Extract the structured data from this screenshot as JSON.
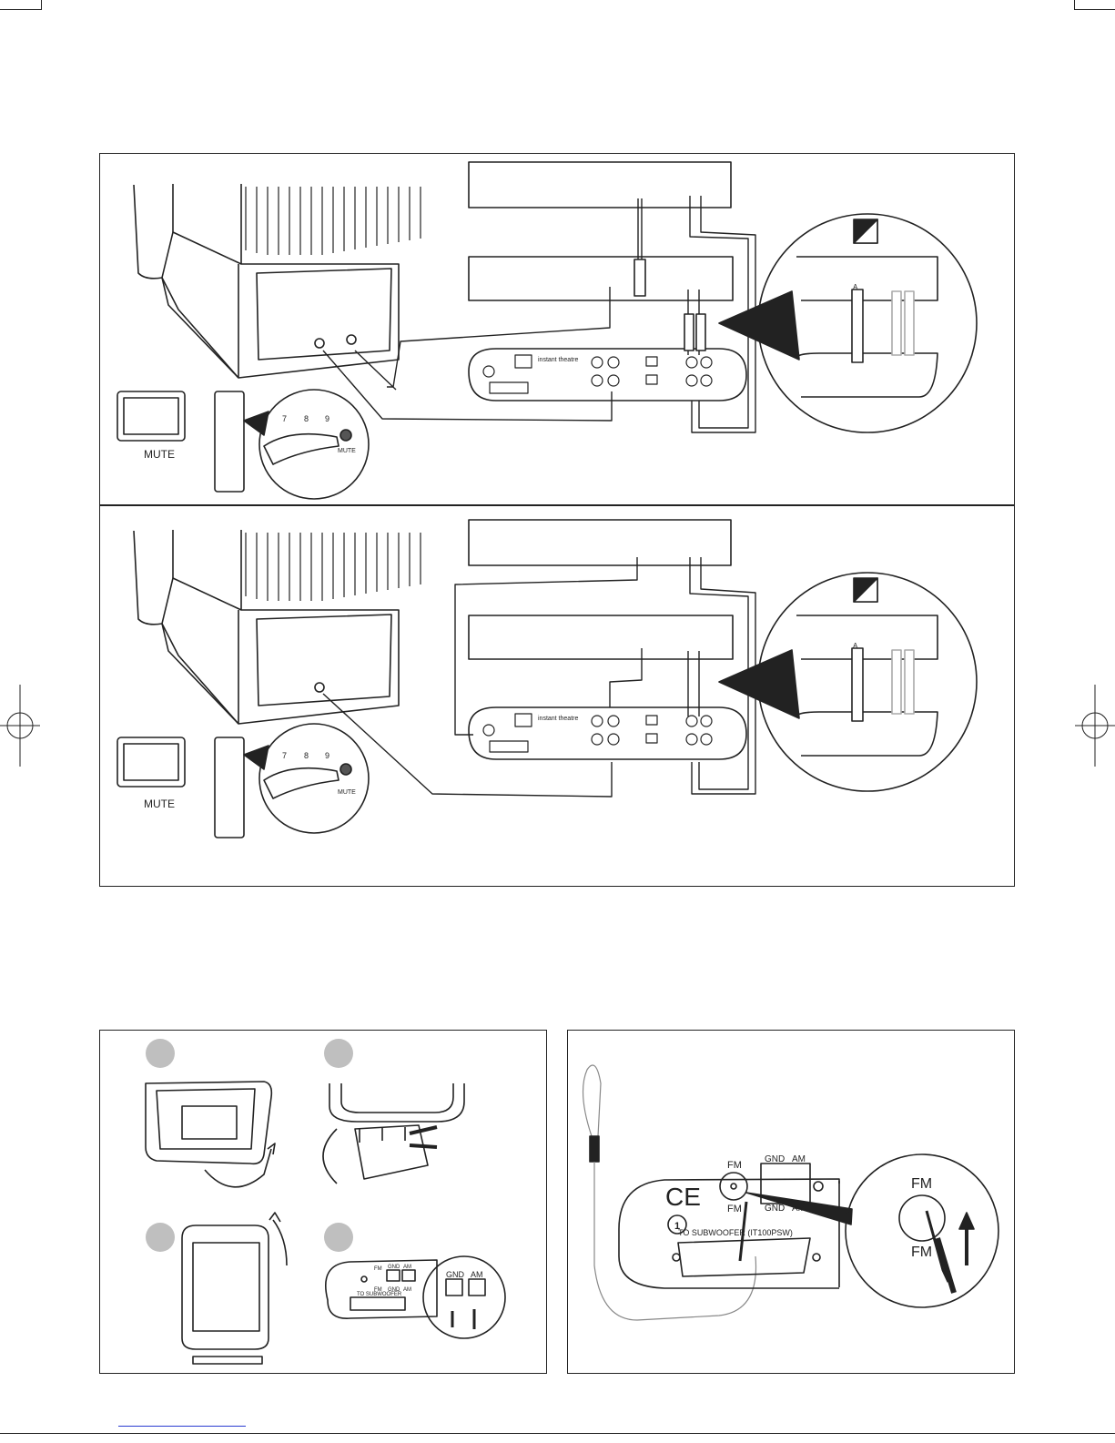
{
  "section_a": {
    "tv_mute_label": "MUTE",
    "remote_keys": [
      "7",
      "8",
      "9"
    ],
    "remote_mute_key": "MUTE",
    "inset_marker": "A",
    "brand": "instant theatre"
  },
  "section_b": {
    "tv_mute_label": "MUTE",
    "remote_keys": [
      "7",
      "8",
      "9"
    ],
    "remote_mute_key": "MUTE",
    "inset_marker": "A",
    "brand": "instant theatre"
  },
  "am_antenna": {
    "panel_labels": {
      "fm": "FM",
      "gnd": "GND",
      "am": "AM",
      "fm2": "FM",
      "gnd2": "GND",
      "am2": "AM",
      "subwoofer": "TO SUBWOOFER"
    },
    "zoom_labels": {
      "gnd": "GND",
      "am": "AM"
    }
  },
  "fm_antenna": {
    "labels": {
      "fm_top": "FM",
      "gnd_top": "GND",
      "am_top": "AM",
      "fm_bottom": "FM",
      "gnd_bottom": "GND",
      "am_bottom": "AM",
      "subwoofer": "TO SUBWOOFER (IT100PSW)",
      "zone": "1"
    },
    "zoom_labels": {
      "fm_top": "FM",
      "fm_bottom": "FM"
    }
  },
  "colors": {
    "line": "#222222",
    "gray": "#8a8a8a",
    "light": "#cfcfcf",
    "footer_link": "#2a3bd0"
  }
}
